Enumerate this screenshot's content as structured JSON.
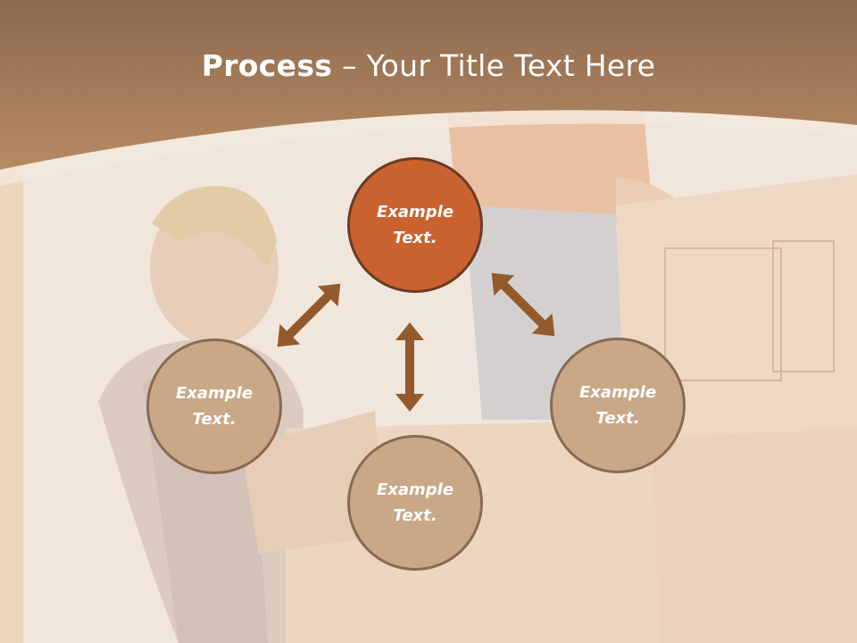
{
  "title": {
    "bold": "Process",
    "rest": " – Your Title Text Here"
  },
  "nodes": {
    "top": "Example Text.",
    "left": "Example Text.",
    "right": "Example Text.",
    "bottom": "Example Text."
  },
  "colors": {
    "header": "#b0825f",
    "accent": "#c9622e",
    "node": "#c9a888",
    "arrow": "#935b2c"
  }
}
